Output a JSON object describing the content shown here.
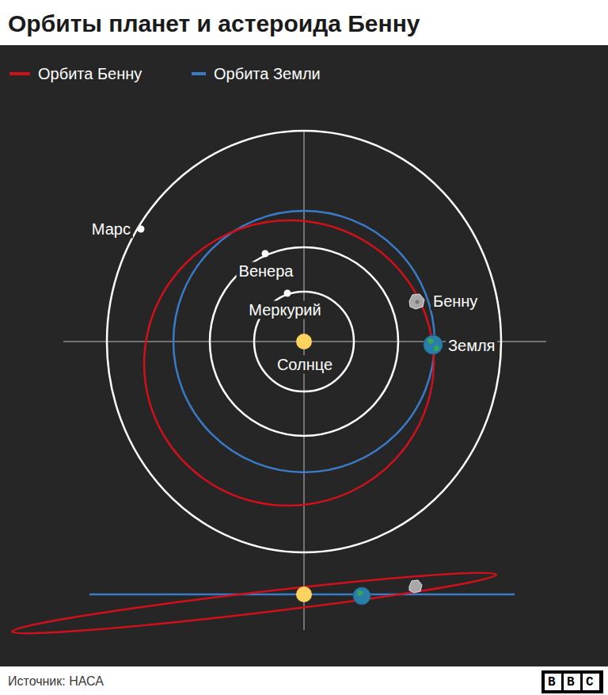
{
  "diagram": {
    "title": "Орбиты планет и астероида Бенну",
    "caption": "Источник: НАСА",
    "labels": [
      "Марс",
      "Венера",
      "Меркурий",
      "Солнце",
      "Бенну",
      "Земля",
      "BBC"
    ],
    "legend": [
      {
        "text": "Орбита Бенну"
      },
      {
        "text": "Орбита Земли"
      }
    ]
  }
}
